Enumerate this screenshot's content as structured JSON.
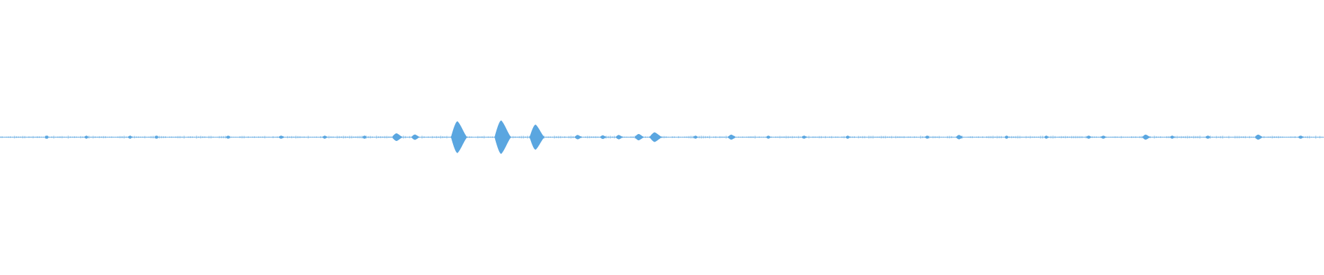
{
  "waveform": {
    "color": "#5aa6e0",
    "baseline_color": "#7ab6e6",
    "background": "#ffffff",
    "duration": 1,
    "peaks": [
      {
        "t": 0.035,
        "amp": 0.03
      },
      {
        "t": 0.065,
        "amp": 0.025
      },
      {
        "t": 0.098,
        "amp": 0.025
      },
      {
        "t": 0.118,
        "amp": 0.02
      },
      {
        "t": 0.172,
        "amp": 0.04
      },
      {
        "t": 0.212,
        "amp": 0.08
      },
      {
        "t": 0.245,
        "amp": 0.03
      },
      {
        "t": 0.275,
        "amp": 0.03
      },
      {
        "t": 0.299,
        "amp": 0.22
      },
      {
        "t": 0.313,
        "amp": 0.15
      },
      {
        "t": 0.345,
        "amp": 0.95
      },
      {
        "t": 0.378,
        "amp": 1.0
      },
      {
        "t": 0.404,
        "amp": 0.75
      },
      {
        "t": 0.436,
        "amp": 0.12
      },
      {
        "t": 0.455,
        "amp": 0.1
      },
      {
        "t": 0.467,
        "amp": 0.12
      },
      {
        "t": 0.482,
        "amp": 0.18
      },
      {
        "t": 0.494,
        "amp": 0.28
      },
      {
        "t": 0.525,
        "amp": 0.05
      },
      {
        "t": 0.552,
        "amp": 0.14
      },
      {
        "t": 0.58,
        "amp": 0.05
      },
      {
        "t": 0.607,
        "amp": 0.06
      },
      {
        "t": 0.64,
        "amp": 0.03
      },
      {
        "t": 0.7,
        "amp": 0.04
      },
      {
        "t": 0.724,
        "amp": 0.12
      },
      {
        "t": 0.76,
        "amp": 0.03
      },
      {
        "t": 0.79,
        "amp": 0.04
      },
      {
        "t": 0.822,
        "amp": 0.06
      },
      {
        "t": 0.833,
        "amp": 0.08
      },
      {
        "t": 0.865,
        "amp": 0.14
      },
      {
        "t": 0.885,
        "amp": 0.05
      },
      {
        "t": 0.912,
        "amp": 0.05
      },
      {
        "t": 0.95,
        "amp": 0.14
      },
      {
        "t": 0.982,
        "amp": 0.07
      }
    ]
  }
}
